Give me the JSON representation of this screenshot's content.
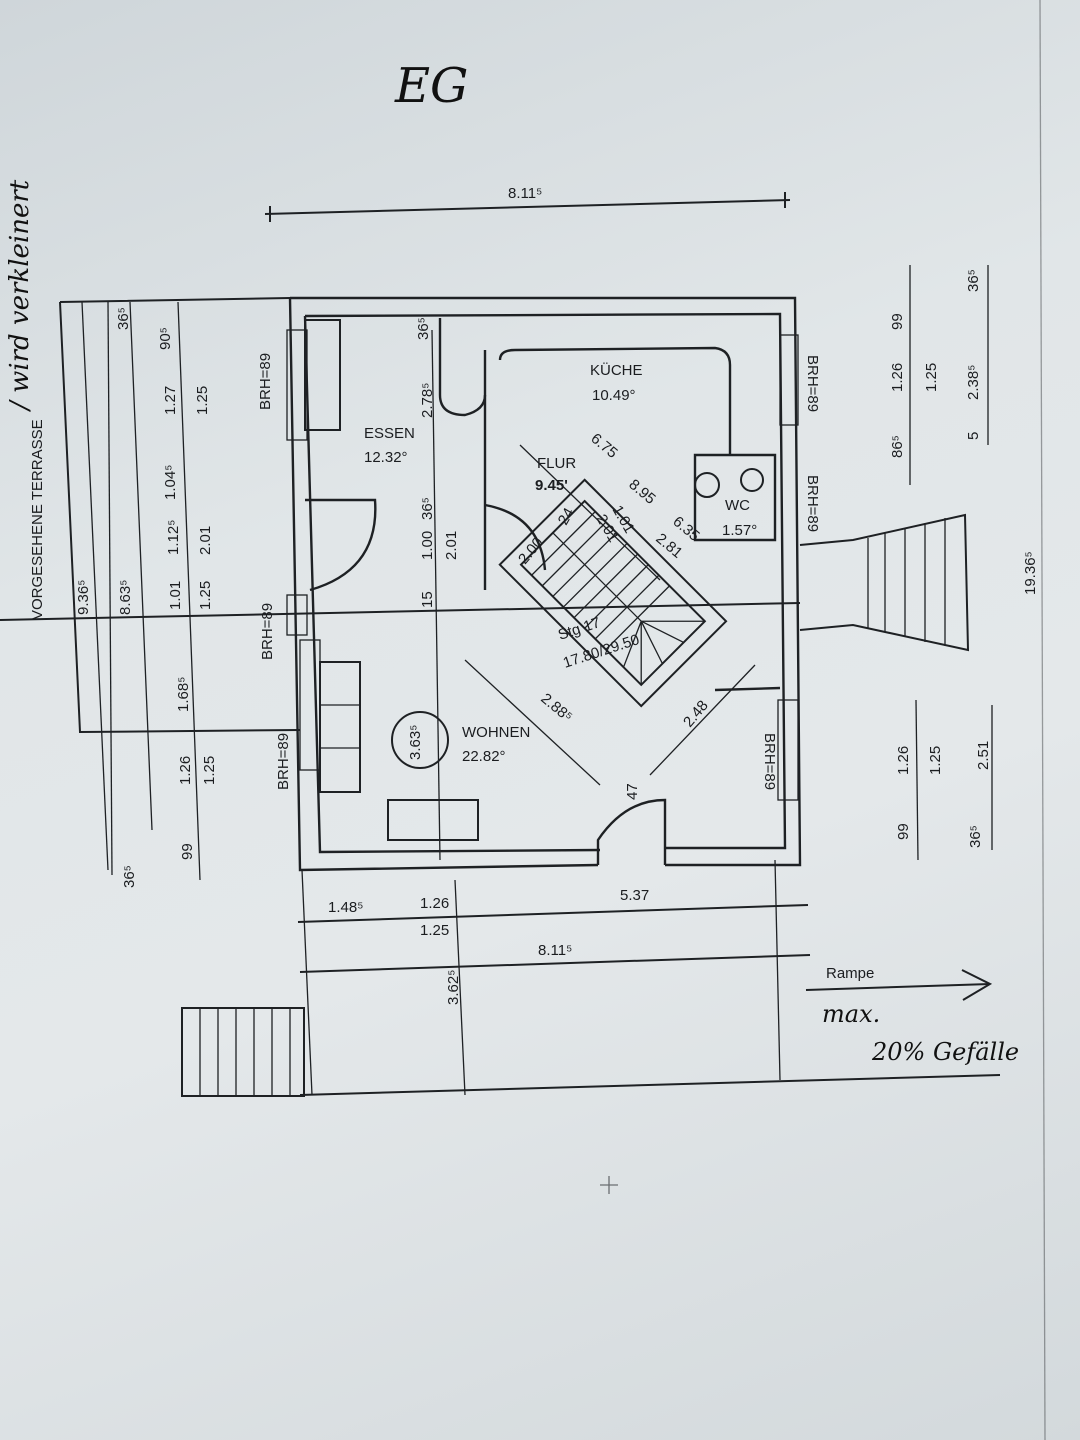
{
  "plan": {
    "floor_label": "EG",
    "rooms": {
      "kueche": {
        "name": "KÜCHE",
        "area": "10.49°"
      },
      "essen": {
        "name": "ESSEN",
        "area": "12.32°"
      },
      "flur": {
        "name": "FLUR",
        "area": "9.45'"
      },
      "wc": {
        "name": "WC",
        "area": "1.57°"
      },
      "wohnen": {
        "name": "WOHNEN",
        "area": "22.82°"
      }
    },
    "stair": {
      "label": "Stg 17",
      "ratio": "17.80/29.50"
    },
    "terrace": {
      "label": "VORGESEHENE TERRASSE",
      "handwritten_note": "/ wird verkleinert"
    },
    "window_sill": "BRH=89",
    "dims": {
      "top_total": "8.11⁵",
      "left_outer": "9.36⁵",
      "left_second": "8.63⁵",
      "left_chain": [
        "36⁵",
        "90⁵",
        "1.27",
        "1.25",
        "1.04⁵",
        "1.12⁵",
        "2.01",
        "1.01",
        "1.25",
        "1.68⁵",
        "1.26",
        "1.25",
        "99",
        "36⁵"
      ],
      "inner": [
        "2.78⁵",
        "36⁵",
        "1.00",
        "2.01",
        "15",
        "36⁵",
        "3.63⁵"
      ],
      "flur": [
        "6.75",
        "8.95",
        "2.00",
        "2.01",
        "1.01",
        "6.35",
        "2.81",
        "24"
      ],
      "wohnen": [
        "2.88⁵",
        "2.48",
        "47"
      ],
      "right_upper_a": [
        "99",
        "1.26",
        "1.25",
        "86⁵"
      ],
      "right_upper_b": [
        "36⁵",
        "2.38⁵",
        "5"
      ],
      "right_lower_a": [
        "1.26",
        "1.25",
        "99"
      ],
      "right_lower_b": [
        "2.51",
        "36⁵"
      ],
      "right_total": "19.36⁵",
      "bottom_chain": [
        "1.48⁵",
        "1.26",
        "1.25",
        "5.37"
      ],
      "bottom_total": "8.11⁵",
      "bottom_depth": "3.62⁵"
    },
    "ramp": {
      "label": "Rampe",
      "note_line1": "max.",
      "note_line2": "20% Gefälle"
    }
  }
}
